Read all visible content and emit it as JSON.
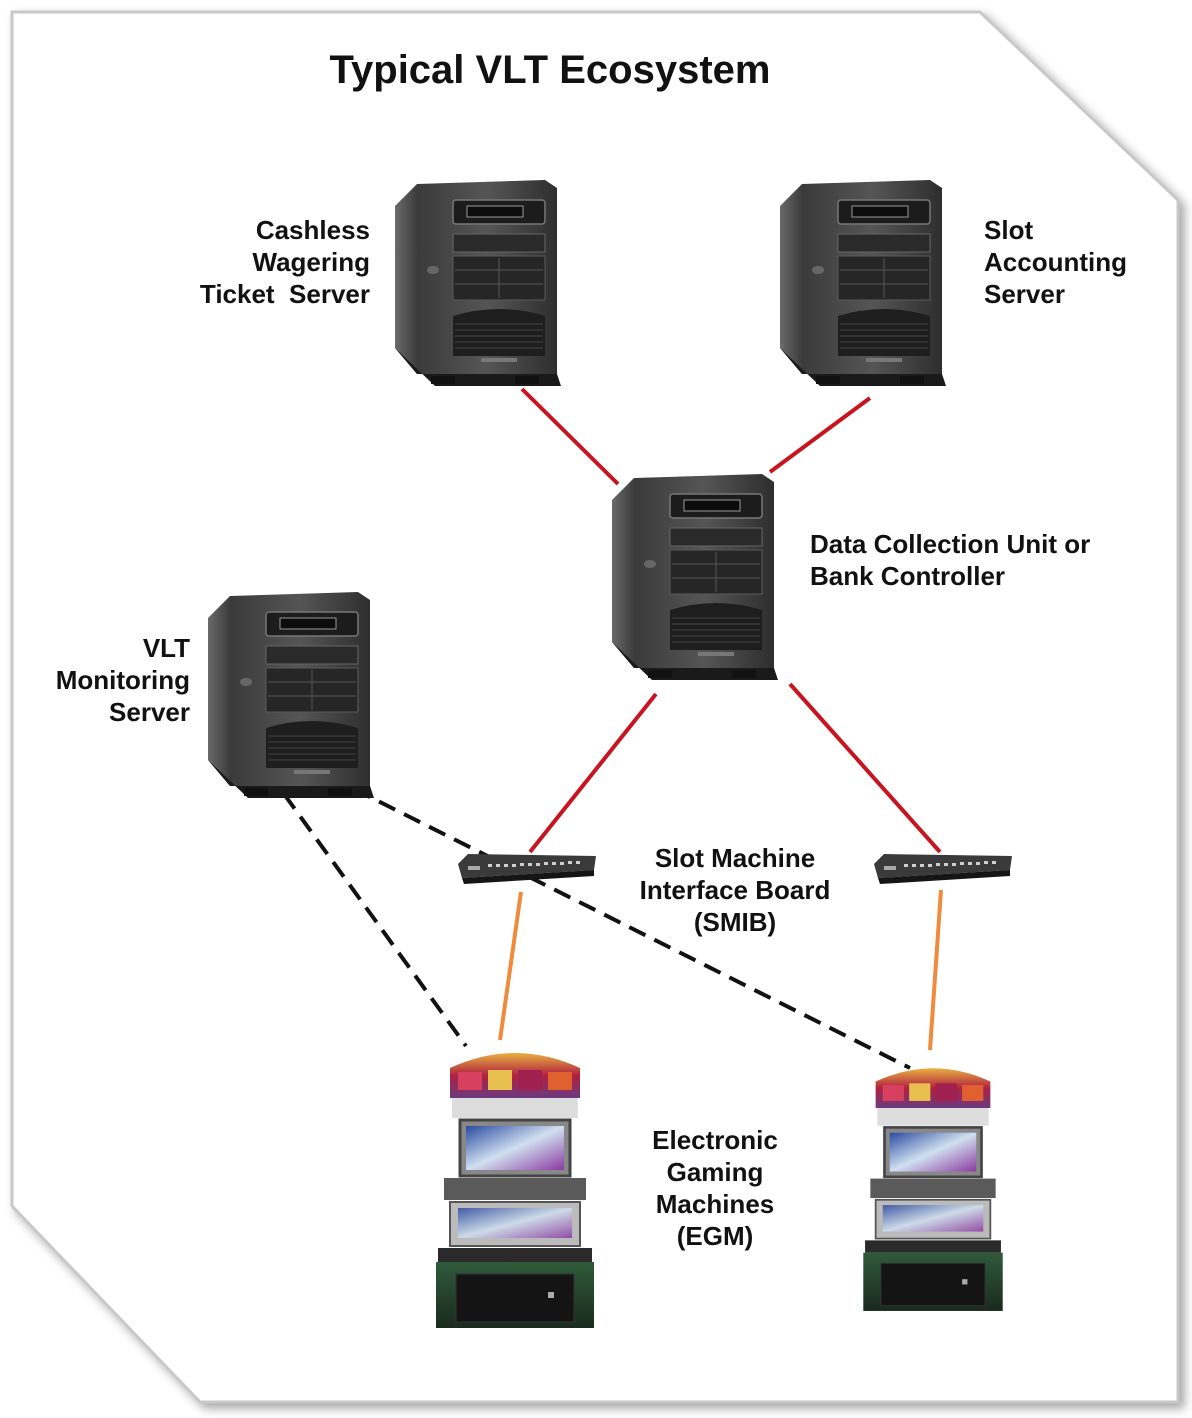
{
  "title": "Typical VLT Ecosystem",
  "nodes": {
    "cashless": {
      "lines": [
        "Cashless",
        "Wagering",
        "Ticket  Server"
      ],
      "icon": "tower-server-icon"
    },
    "slot_accounting": {
      "lines": [
        "Slot",
        "Accounting",
        "Server"
      ],
      "icon": "tower-server-icon"
    },
    "data_collection": {
      "lines": [
        "Data Collection Unit or",
        "Bank Controller"
      ],
      "icon": "tower-server-icon"
    },
    "vlt_monitoring": {
      "lines": [
        "VLT",
        "Monitoring",
        "Server"
      ],
      "icon": "tower-server-icon"
    },
    "smib": {
      "lines": [
        "Slot Machine",
        "Interface Board",
        "(SMIB)"
      ],
      "icon": "interface-board-icon"
    },
    "egm": {
      "lines": [
        "Electronic",
        "Gaming",
        "Machines",
        "(EGM)"
      ],
      "icon": "slot-machine-icon"
    }
  },
  "colors": {
    "red_link": "#c8141e",
    "orange_link": "#f08a3c",
    "dashed_link": "#111111",
    "frame": "#c8c8c8"
  }
}
